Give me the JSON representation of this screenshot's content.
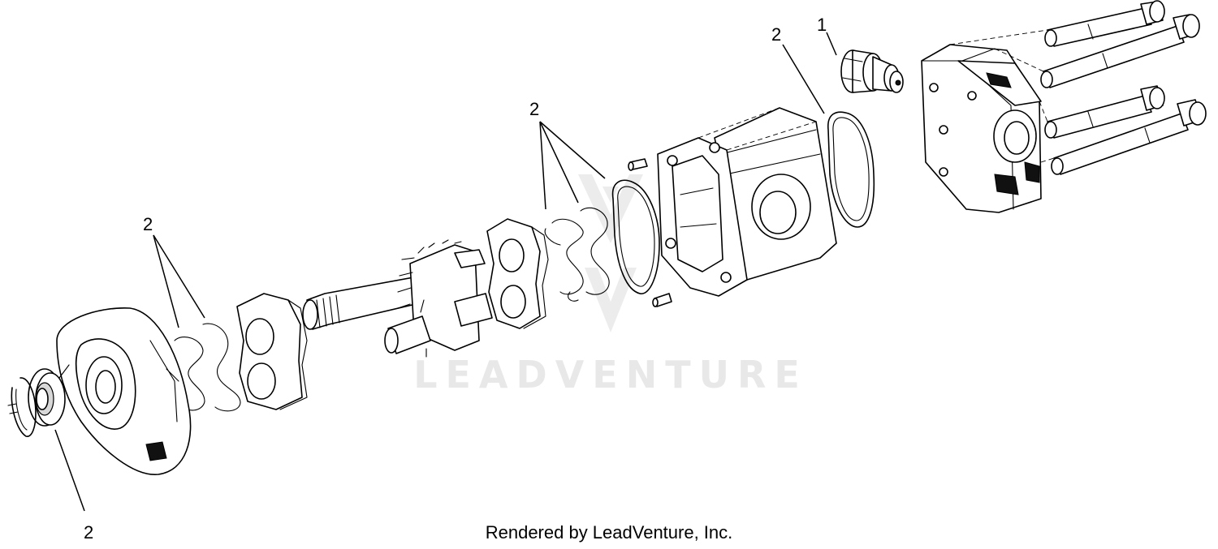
{
  "diagram": {
    "callouts": [
      {
        "id": "c1",
        "text": "1"
      },
      {
        "id": "c2",
        "text": "2"
      },
      {
        "id": "c3",
        "text": "2"
      },
      {
        "id": "c4",
        "text": "2"
      },
      {
        "id": "c5",
        "text": "2"
      }
    ],
    "watermark": "LEADVENTURE",
    "credit": "Rendered by LeadVenture, Inc."
  }
}
